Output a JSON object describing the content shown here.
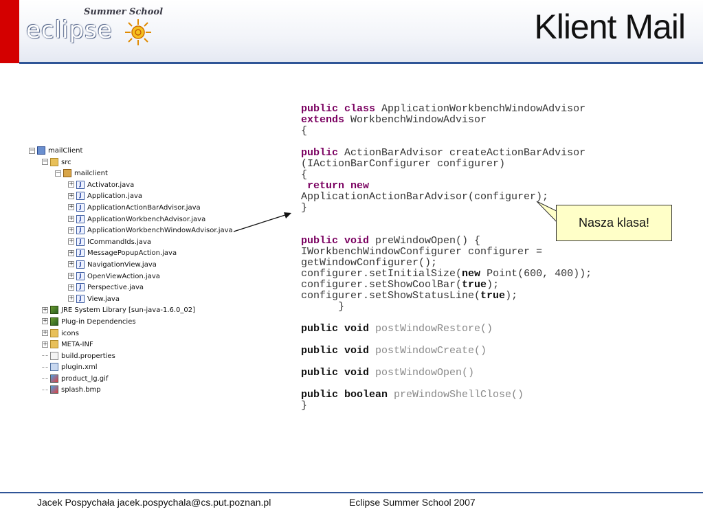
{
  "header": {
    "logo_summer": "Summer School",
    "logo_word": "eclipse",
    "title": "Klient Mail"
  },
  "tree": [
    {
      "label": "mailClient",
      "indent": 0,
      "expander": "minus",
      "icon": "project"
    },
    {
      "label": "src",
      "indent": 1,
      "expander": "minus",
      "icon": "folder"
    },
    {
      "label": "mailclient",
      "indent": 2,
      "expander": "minus",
      "icon": "pkg"
    },
    {
      "label": "Activator.java",
      "indent": 3,
      "expander": "plus",
      "icon": "java"
    },
    {
      "label": "Application.java",
      "indent": 3,
      "expander": "plus",
      "icon": "java"
    },
    {
      "label": "ApplicationActionBarAdvisor.java",
      "indent": 3,
      "expander": "plus",
      "icon": "java"
    },
    {
      "label": "ApplicationWorkbenchAdvisor.java",
      "indent": 3,
      "expander": "plus",
      "icon": "java"
    },
    {
      "label": "ApplicationWorkbenchWindowAdvisor.java",
      "indent": 3,
      "expander": "plus",
      "icon": "java"
    },
    {
      "label": "ICommandIds.java",
      "indent": 3,
      "expander": "plus",
      "icon": "java"
    },
    {
      "label": "MessagePopupAction.java",
      "indent": 3,
      "expander": "plus",
      "icon": "java"
    },
    {
      "label": "NavigationView.java",
      "indent": 3,
      "expander": "plus",
      "icon": "java"
    },
    {
      "label": "OpenViewAction.java",
      "indent": 3,
      "expander": "plus",
      "icon": "java"
    },
    {
      "label": "Perspective.java",
      "indent": 3,
      "expander": "plus",
      "icon": "java"
    },
    {
      "label": "View.java",
      "indent": 3,
      "expander": "plus",
      "icon": "java"
    },
    {
      "label": "JRE System Library [sun-java-1.6.0_02]",
      "indent": 1,
      "expander": "plus",
      "icon": "lib"
    },
    {
      "label": "Plug-in Dependencies",
      "indent": 1,
      "expander": "plus",
      "icon": "lib"
    },
    {
      "label": "icons",
      "indent": 1,
      "expander": "plus",
      "icon": "folder"
    },
    {
      "label": "META-INF",
      "indent": 1,
      "expander": "plus",
      "icon": "folder"
    },
    {
      "label": "build.properties",
      "indent": 1,
      "expander": "none",
      "icon": "file"
    },
    {
      "label": "plugin.xml",
      "indent": 1,
      "expander": "none",
      "icon": "xml"
    },
    {
      "label": "product_lg.gif",
      "indent": 1,
      "expander": "none",
      "icon": "img"
    },
    {
      "label": "splash.bmp",
      "indent": 1,
      "expander": "none",
      "icon": "img"
    }
  ],
  "code": [
    [
      {
        "t": "public class",
        "c": "kw"
      },
      {
        "t": " ApplicationWorkbenchWindowAdvisor"
      }
    ],
    [
      {
        "t": "extends",
        "c": "kw"
      },
      {
        "t": " WorkbenchWindowAdvisor"
      }
    ],
    [
      {
        "t": "{"
      }
    ],
    [
      {
        "t": ""
      }
    ],
    [
      {
        "t": "public",
        "c": "kw"
      },
      {
        "t": " ActionBarAdvisor createActionBarAdvisor"
      }
    ],
    [
      {
        "t": "(IActionBarConfigurer configurer)"
      }
    ],
    [
      {
        "t": "{"
      }
    ],
    [
      {
        "t": " "
      },
      {
        "t": "return new",
        "c": "kw"
      }
    ],
    [
      {
        "t": "ApplicationActionBarAdvisor(configurer);"
      }
    ],
    [
      {
        "t": "}"
      }
    ],
    [
      {
        "t": ""
      }
    ],
    [
      {
        "t": ""
      }
    ],
    [
      {
        "t": "public void",
        "c": "kw"
      },
      {
        "t": " preWindowOpen() {"
      }
    ],
    [
      {
        "t": "IWorkbenchWindowConfigurer configurer ="
      }
    ],
    [
      {
        "t": "getWindowConfigurer();"
      }
    ],
    [
      {
        "t": "configurer.setInitialSize("
      },
      {
        "t": "new",
        "c": "kwk"
      },
      {
        "t": " Point(600, 400));"
      }
    ],
    [
      {
        "t": "configurer.setShowCoolBar("
      },
      {
        "t": "true",
        "c": "kwk"
      },
      {
        "t": ");"
      }
    ],
    [
      {
        "t": "configurer.setShowStatusLine("
      },
      {
        "t": "true",
        "c": "kwk"
      },
      {
        "t": ");"
      }
    ],
    [
      {
        "t": "      }"
      }
    ],
    [
      {
        "t": ""
      }
    ],
    [
      {
        "t": "public void",
        "c": "kwk"
      },
      {
        "t": " postWindowRestore()",
        "c": "gray"
      }
    ],
    [
      {
        "t": ""
      }
    ],
    [
      {
        "t": "public void",
        "c": "kwk"
      },
      {
        "t": " postWindowCreate()",
        "c": "gray"
      }
    ],
    [
      {
        "t": ""
      }
    ],
    [
      {
        "t": "public void",
        "c": "kwk"
      },
      {
        "t": " postWindowOpen()",
        "c": "gray"
      }
    ],
    [
      {
        "t": ""
      }
    ],
    [
      {
        "t": "public boolean",
        "c": "kwk"
      },
      {
        "t": " preWindowShellClose()",
        "c": "gray"
      }
    ],
    [
      {
        "t": "}"
      }
    ]
  ],
  "callout": "Nasza klasa!",
  "footer": {
    "left": "Jacek Pospychała jacek.pospychala@cs.put.poznan.pl",
    "right": "Eclipse Summer School 2007"
  }
}
